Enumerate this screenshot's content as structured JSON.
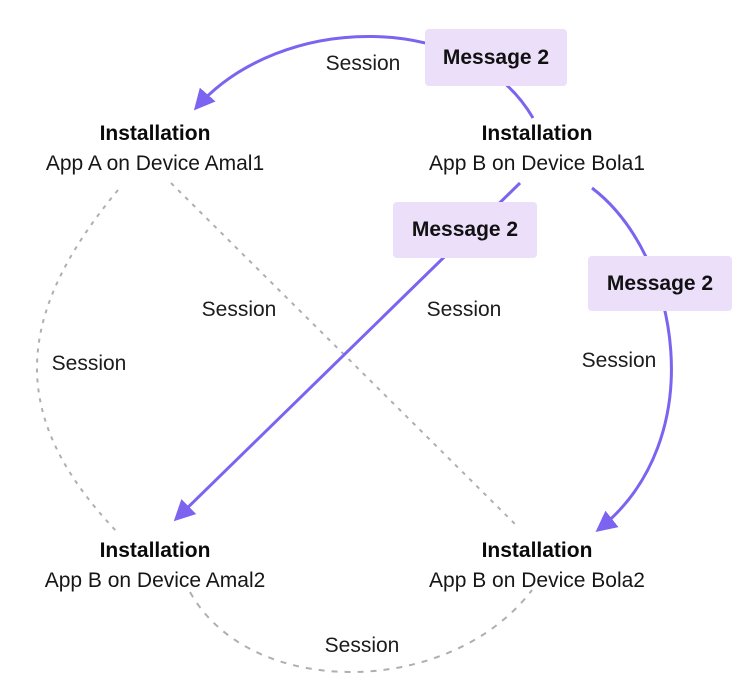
{
  "diagram": {
    "type": "session-message-graph",
    "colors": {
      "arrow_purple": "#7C63F0",
      "session_dashed_gray": "#AFAFAF",
      "badge_background": "#ECDFFA",
      "text": "#111111",
      "background": "#FFFFFF"
    },
    "nodes": [
      {
        "id": "amal1",
        "title": "Installation",
        "subtitle": "App A on Device Amal1"
      },
      {
        "id": "bola1",
        "title": "Installation",
        "subtitle": "App B on Device Bola1"
      },
      {
        "id": "amal2",
        "title": "Installation",
        "subtitle": "App B on Device Amal2"
      },
      {
        "id": "bola2",
        "title": "Installation",
        "subtitle": "App B on Device Bola2"
      }
    ],
    "edges": [
      {
        "from": "bola1",
        "to": "amal1",
        "kind": "message-arrow",
        "label": "Session",
        "badge": "Message 2"
      },
      {
        "from": "bola1",
        "to": "amal2",
        "kind": "message-arrow",
        "label": "Session",
        "badge": "Message 2"
      },
      {
        "from": "bola1",
        "to": "bola2",
        "kind": "message-arrow",
        "label": "Session",
        "badge": "Message 2"
      },
      {
        "from": "amal1",
        "to": "amal2",
        "kind": "session-dashed",
        "label": "Session"
      },
      {
        "from": "amal1",
        "to": "bola2",
        "kind": "session-dashed",
        "label": "Session"
      },
      {
        "from": "amal2",
        "to": "bola2",
        "kind": "session-dashed",
        "label": "Session"
      }
    ]
  }
}
